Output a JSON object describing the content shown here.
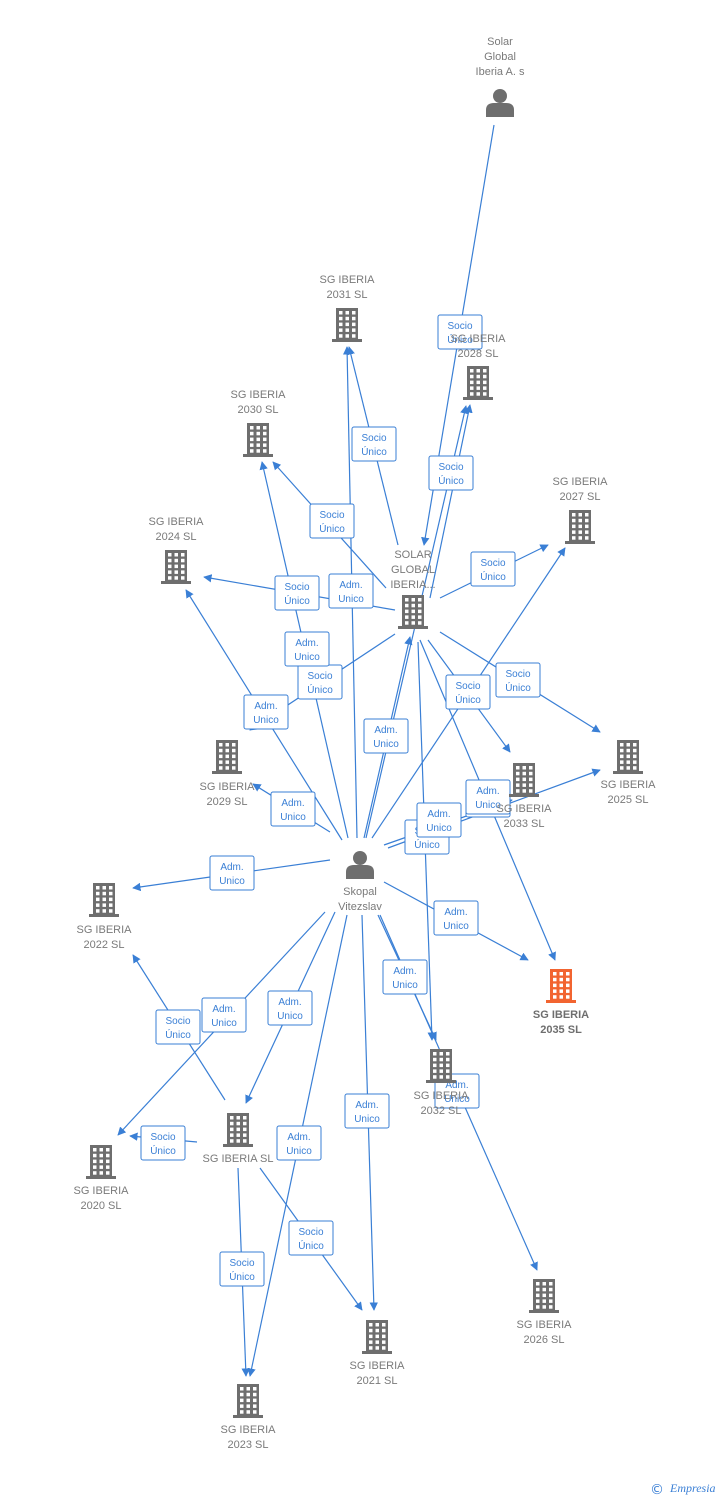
{
  "colors": {
    "node": "#6e6e6e",
    "highlight": "#f26430",
    "edge": "#3a7fd5"
  },
  "nodes": {
    "solar_sa": {
      "lines": [
        "Solar",
        "Global",
        "Iberia A. s"
      ],
      "icon": "person-icon"
    },
    "sg2031": {
      "lines": [
        "SG IBERIA",
        "2031  SL"
      ],
      "icon": "building-icon"
    },
    "sg2028": {
      "lines": [
        "SG IBERIA",
        "2028  SL"
      ],
      "icon": "building-icon"
    },
    "sg2030": {
      "lines": [
        "SG IBERIA",
        "2030  SL"
      ],
      "icon": "building-icon"
    },
    "sg2027": {
      "lines": [
        "SG IBERIA",
        "2027  SL"
      ],
      "icon": "building-icon"
    },
    "sg2024": {
      "lines": [
        "SG IBERIA",
        "2024  SL"
      ],
      "icon": "building-icon"
    },
    "solar_sl": {
      "lines": [
        "SOLAR",
        "GLOBAL",
        "IBERIA..."
      ],
      "icon": "building-icon"
    },
    "sg2029": {
      "lines": [
        "SG IBERIA",
        "2029  SL"
      ],
      "icon": "building-icon"
    },
    "sg2025": {
      "lines": [
        "SG IBERIA",
        "2025  SL"
      ],
      "icon": "building-icon"
    },
    "sg2033": {
      "lines": [
        "SG IBERIA",
        "2033  SL"
      ],
      "icon": "building-icon"
    },
    "skopal": {
      "lines": [
        "Skopal",
        "Vitezslav"
      ],
      "icon": "person-icon"
    },
    "sg2022": {
      "lines": [
        "SG IBERIA",
        "2022  SL"
      ],
      "icon": "building-icon"
    },
    "sg2035": {
      "lines": [
        "SG IBERIA",
        "2035  SL"
      ],
      "icon": "building-icon",
      "highlight": true
    },
    "sg2032": {
      "lines": [
        "SG IBERIA",
        "2032  SL"
      ],
      "icon": "building-icon"
    },
    "sgsl": {
      "lines": [
        "SG IBERIA  SL"
      ],
      "icon": "building-icon"
    },
    "sg2020": {
      "lines": [
        "SG IBERIA",
        "2020  SL"
      ],
      "icon": "building-icon"
    },
    "sg2026": {
      "lines": [
        "SG IBERIA",
        "2026  SL"
      ],
      "icon": "building-icon"
    },
    "sg2021": {
      "lines": [
        "SG IBERIA",
        "2021  SL"
      ],
      "icon": "building-icon"
    },
    "sg2023": {
      "lines": [
        "SG IBERIA",
        "2023  SL"
      ],
      "icon": "building-icon"
    }
  },
  "edges": [
    {
      "from": "solar_sa",
      "to": "solar_sl",
      "label": [
        "Socio",
        "Único"
      ]
    },
    {
      "from": "solar_sl",
      "to": "sg2028",
      "label": [
        "Socio",
        "Único"
      ]
    },
    {
      "from": "solar_sl",
      "to": "sg2031",
      "label": [
        "Socio",
        "Único"
      ]
    },
    {
      "from": "solar_sl",
      "to": "sg2030",
      "label": [
        "Socio",
        "Único"
      ]
    },
    {
      "from": "solar_sl",
      "to": "sg2027",
      "label": [
        "Socio",
        "Único"
      ]
    },
    {
      "from": "solar_sl",
      "to": "sg2024",
      "label": [
        "Socio",
        "Único"
      ]
    },
    {
      "from": "solar_sl",
      "to": "sg2025",
      "label": [
        "Socio",
        "Único"
      ]
    },
    {
      "from": "solar_sl",
      "to": "sg2029",
      "label": [
        "Socio",
        "Único"
      ]
    },
    {
      "from": "solar_sl",
      "to": "sg2033",
      "label": [
        "Socio",
        "Único"
      ]
    },
    {
      "from": "solar_sl",
      "to": "sg2035",
      "label": [
        "Socio",
        "Único"
      ]
    },
    {
      "from": "solar_sl",
      "to": "sg2032",
      "label": [
        "Socio",
        "Único"
      ]
    },
    {
      "from": "skopal",
      "to": "solar_sl",
      "label": [
        "Adm.",
        "Unico"
      ]
    },
    {
      "from": "skopal",
      "to": "sg2024",
      "label": [
        "Adm.",
        "Unico"
      ]
    },
    {
      "from": "skopal",
      "to": "sg2030",
      "label": [
        "Adm.",
        "Unico"
      ]
    },
    {
      "from": "skopal",
      "to": "sg2031",
      "label": [
        "Adm.",
        "Unico"
      ]
    },
    {
      "from": "skopal",
      "to": "sg2028",
      "label": [
        "Adm.",
        "Unico"
      ]
    },
    {
      "from": "skopal",
      "to": "sg2029",
      "label": [
        "Adm.",
        "Unico"
      ]
    },
    {
      "from": "skopal",
      "to": "sg2027",
      "label": [
        "Adm.",
        "Unico"
      ]
    },
    {
      "from": "skopal",
      "to": "sg2033",
      "label": [
        "Adm.",
        "Unico"
      ]
    },
    {
      "from": "skopal",
      "to": "sg2025",
      "label": [
        "Adm.",
        "Unico"
      ]
    },
    {
      "from": "skopal",
      "to": "sg2022",
      "label": [
        "Adm.",
        "Unico"
      ]
    },
    {
      "from": "skopal",
      "to": "sg2035",
      "label": [
        "Adm.",
        "Unico"
      ]
    },
    {
      "from": "skopal",
      "to": "sg2032",
      "label": [
        "Adm.",
        "Unico"
      ]
    },
    {
      "from": "skopal",
      "to": "sgsl",
      "label": [
        "Adm.",
        "Unico"
      ]
    },
    {
      "from": "skopal",
      "to": "sg2020",
      "label": [
        "Adm.",
        "Unico"
      ]
    },
    {
      "from": "skopal",
      "to": "sg2021",
      "label": [
        "Adm.",
        "Unico"
      ]
    },
    {
      "from": "skopal",
      "to": "sg2023",
      "label": [
        "Adm.",
        "Unico"
      ]
    },
    {
      "from": "skopal",
      "to": "sg2026",
      "label": [
        "Adm.",
        "Unico"
      ]
    },
    {
      "from": "sgsl",
      "to": "sg2022",
      "label": [
        "Socio",
        "Único"
      ]
    },
    {
      "from": "sgsl",
      "to": "sg2020",
      "label": [
        "Socio",
        "Único"
      ]
    },
    {
      "from": "sgsl",
      "to": "sg2023",
      "label": [
        "Socio",
        "Único"
      ]
    },
    {
      "from": "sgsl",
      "to": "sg2021",
      "label": [
        "Socio",
        "Único"
      ]
    }
  ],
  "footer": {
    "copyright": "©",
    "brand": "Empresia"
  }
}
